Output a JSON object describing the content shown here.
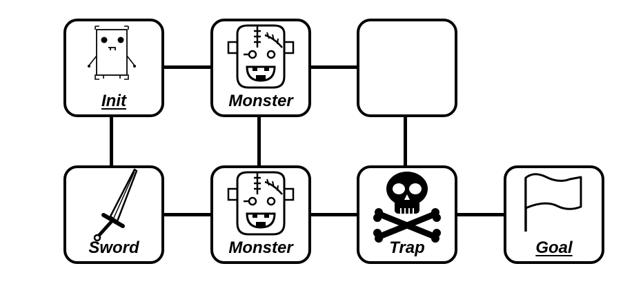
{
  "cells": {
    "init": {
      "label": "Init",
      "icon": "robot-icon"
    },
    "monster_top": {
      "label": "Monster",
      "icon": "frankenstein-monster-icon"
    },
    "empty": {
      "label": "",
      "icon": ""
    },
    "sword": {
      "label": "Sword",
      "icon": "sword-icon"
    },
    "monster_bottom": {
      "label": "Monster",
      "icon": "frankenstein-monster-icon"
    },
    "trap": {
      "label": "Trap",
      "icon": "skull-crossbones-icon"
    },
    "goal": {
      "label": "Goal",
      "icon": "flag-icon"
    }
  },
  "colors": {
    "stroke": "#000000",
    "fill": "#ffffff"
  }
}
